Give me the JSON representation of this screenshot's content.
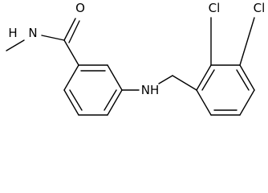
{
  "structure": {
    "labels": {
      "oxygen": "O",
      "amide_nitrogen": "N",
      "amide_hydrogen": "H",
      "amine": "NH",
      "chlorine_2": "Cl",
      "chlorine_3": "Cl"
    },
    "colors": {
      "bond": "#000000",
      "label": "#000000",
      "background": "#ffffff"
    }
  }
}
